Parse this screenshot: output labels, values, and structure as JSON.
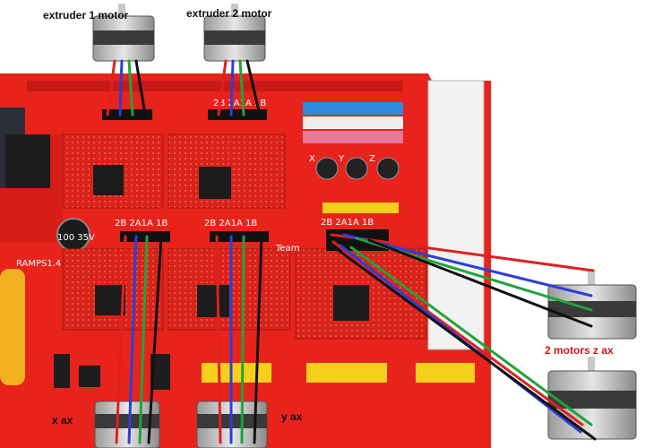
{
  "labels": {
    "extruder1": "extruder 1 motor",
    "extruder2": "extruder 2 motor",
    "x_axis": "x ax",
    "y_axis": "y ax",
    "z_axis": "2 motors z ax"
  },
  "board": {
    "header_pins": "2B 2A1A 1B",
    "model_mark": "RAMPS1.4",
    "team_mark": "Team",
    "cap_value": "100 35V",
    "axis_marks": [
      "X",
      "Y",
      "Z"
    ]
  },
  "colors": {
    "board": "#e8231c",
    "wire_red": "#e02020",
    "wire_blue": "#2b3fd6",
    "wire_green": "#1fa33a",
    "wire_black": "#111111",
    "label_z": "#d01818"
  }
}
